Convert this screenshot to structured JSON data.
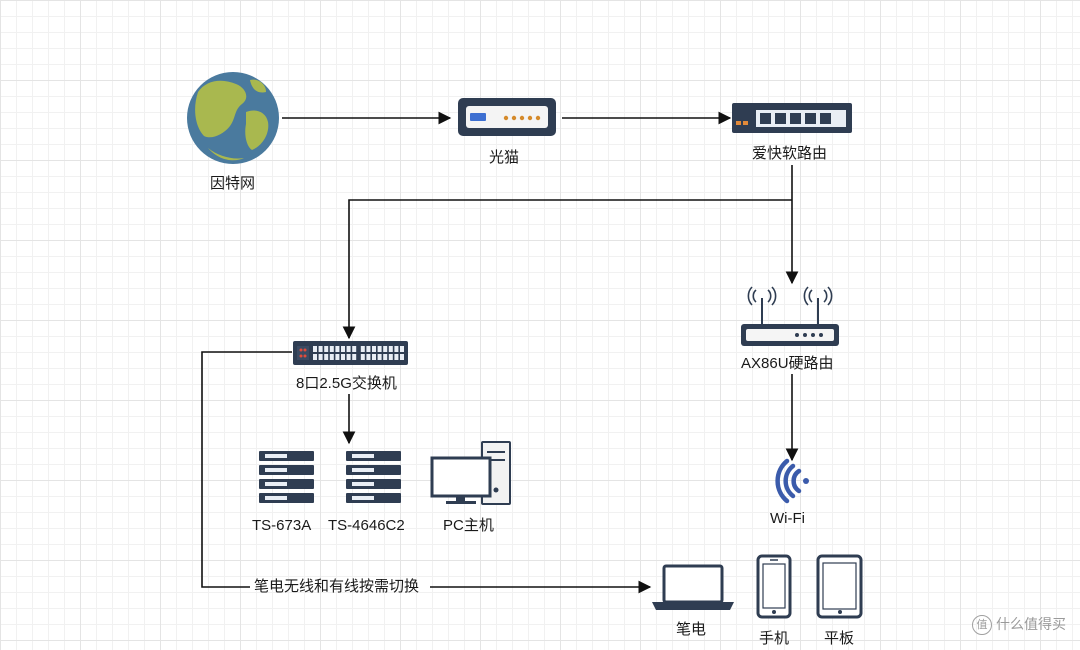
{
  "nodes": {
    "internet": "因特网",
    "modem": "光猫",
    "soft_router": "爱快软路由",
    "switch": "8口2.5G交换机",
    "hard_router": "AX86U硬路由",
    "wifi": "Wi-Fi",
    "nas1": "TS-673A",
    "nas2": "TS-4646C2",
    "pc": "PC主机",
    "laptop": "笔电",
    "phone": "手机",
    "tablet": "平板"
  },
  "edges": {
    "laptop_switch_note": "笔电无线和有线按需切换"
  },
  "icons": [
    "globe-icon",
    "modem-icon",
    "router-icon",
    "switch-icon",
    "wifi-router-icon",
    "wifi-icon",
    "server-icon",
    "desktop-pc-icon",
    "laptop-icon",
    "phone-icon",
    "tablet-icon"
  ],
  "colors": {
    "line": "#111111",
    "device_dark": "#2f3d52",
    "globe_ocean": "#4a7a9e",
    "globe_land": "#a9b84f",
    "wifi_blue": "#3b5bab"
  },
  "watermark": "什么值得买"
}
